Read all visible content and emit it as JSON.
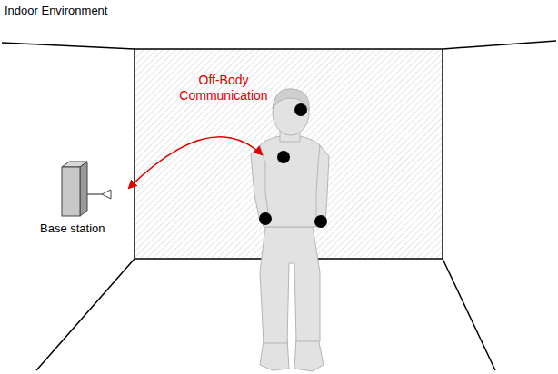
{
  "diagram": {
    "nodes": [
      {
        "text": [
          "Base station"
        ]
      }
    ],
    "labels": [
      "Indoor Environment",
      "Off-Body Communication"
    ]
  }
}
